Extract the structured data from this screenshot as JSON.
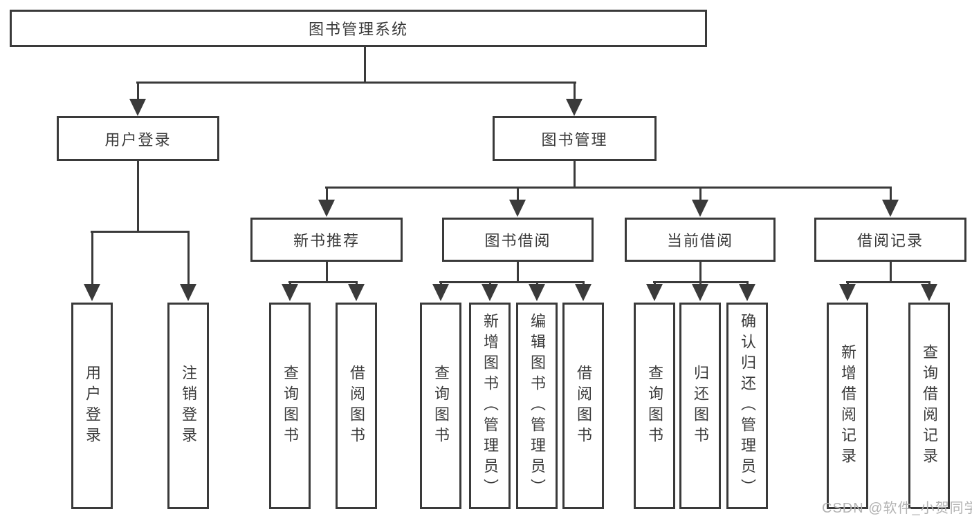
{
  "tree": {
    "label": "图书管理系统",
    "children": [
      {
        "label": "用户登录",
        "children": [
          {
            "label": "用户登录"
          },
          {
            "label": "注销登录"
          }
        ]
      },
      {
        "label": "图书管理",
        "children": [
          {
            "label": "新书推荐",
            "children": [
              {
                "label": "查询图书"
              },
              {
                "label": "借阅图书"
              }
            ]
          },
          {
            "label": "图书借阅",
            "children": [
              {
                "label": "查询图书"
              },
              {
                "label": "新增图书（管理员）"
              },
              {
                "label": "编辑图书（管理员）"
              },
              {
                "label": "借阅图书"
              }
            ]
          },
          {
            "label": "当前借阅",
            "children": [
              {
                "label": "查询图书"
              },
              {
                "label": "归还图书"
              },
              {
                "label": "确认归还（管理员）"
              }
            ]
          },
          {
            "label": "借阅记录",
            "children": [
              {
                "label": "新增借阅记录"
              },
              {
                "label": "查询借阅记录"
              }
            ]
          }
        ]
      }
    ]
  },
  "watermark": {
    "text": "CSDN @软件_小贺同学"
  },
  "colors": {
    "line": "#3a3a3a",
    "text": "#3a3a3a",
    "watermark": "#b3b3b3",
    "background": "#ffffff"
  }
}
